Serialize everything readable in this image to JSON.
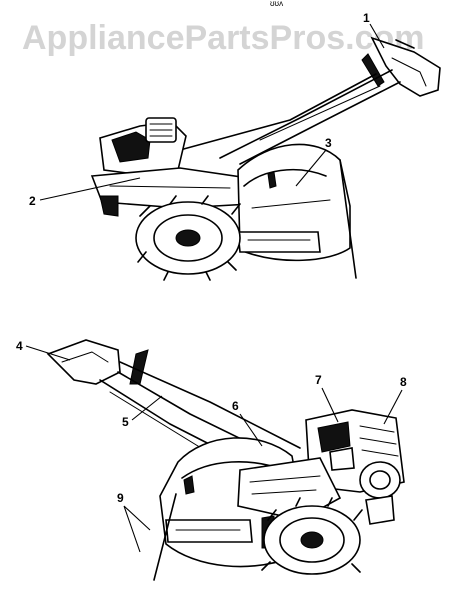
{
  "watermark": "AppliancePartsPros.com",
  "top_corner_text": "ʊʊʌ",
  "callouts": {
    "c1": "1",
    "c2": "2",
    "c3": "3",
    "c4": "4",
    "c5": "5",
    "c6": "6",
    "c7": "7",
    "c8": "8",
    "c9": "9"
  }
}
